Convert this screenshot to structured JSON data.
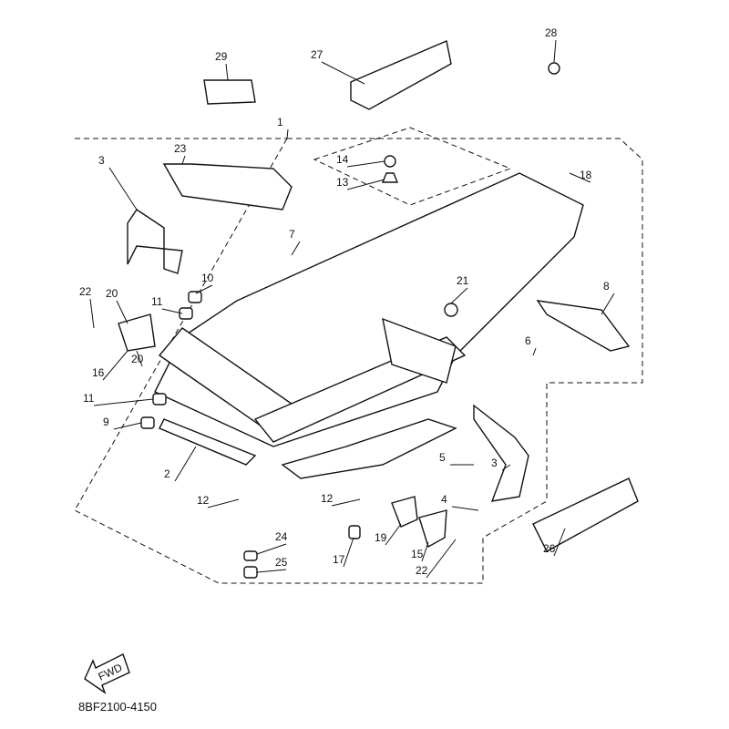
{
  "diagram": {
    "part_labels": [
      "1",
      "2",
      "3",
      "3",
      "4",
      "5",
      "6",
      "7",
      "8",
      "9",
      "10",
      "11",
      "11",
      "12",
      "12",
      "13",
      "14",
      "15",
      "16",
      "17",
      "18",
      "19",
      "20",
      "20",
      "21",
      "22",
      "22",
      "23",
      "24",
      "25",
      "26",
      "27",
      "28",
      "29"
    ],
    "fwd_label": "FWD",
    "drawing_code": "8BF2100-4150"
  }
}
